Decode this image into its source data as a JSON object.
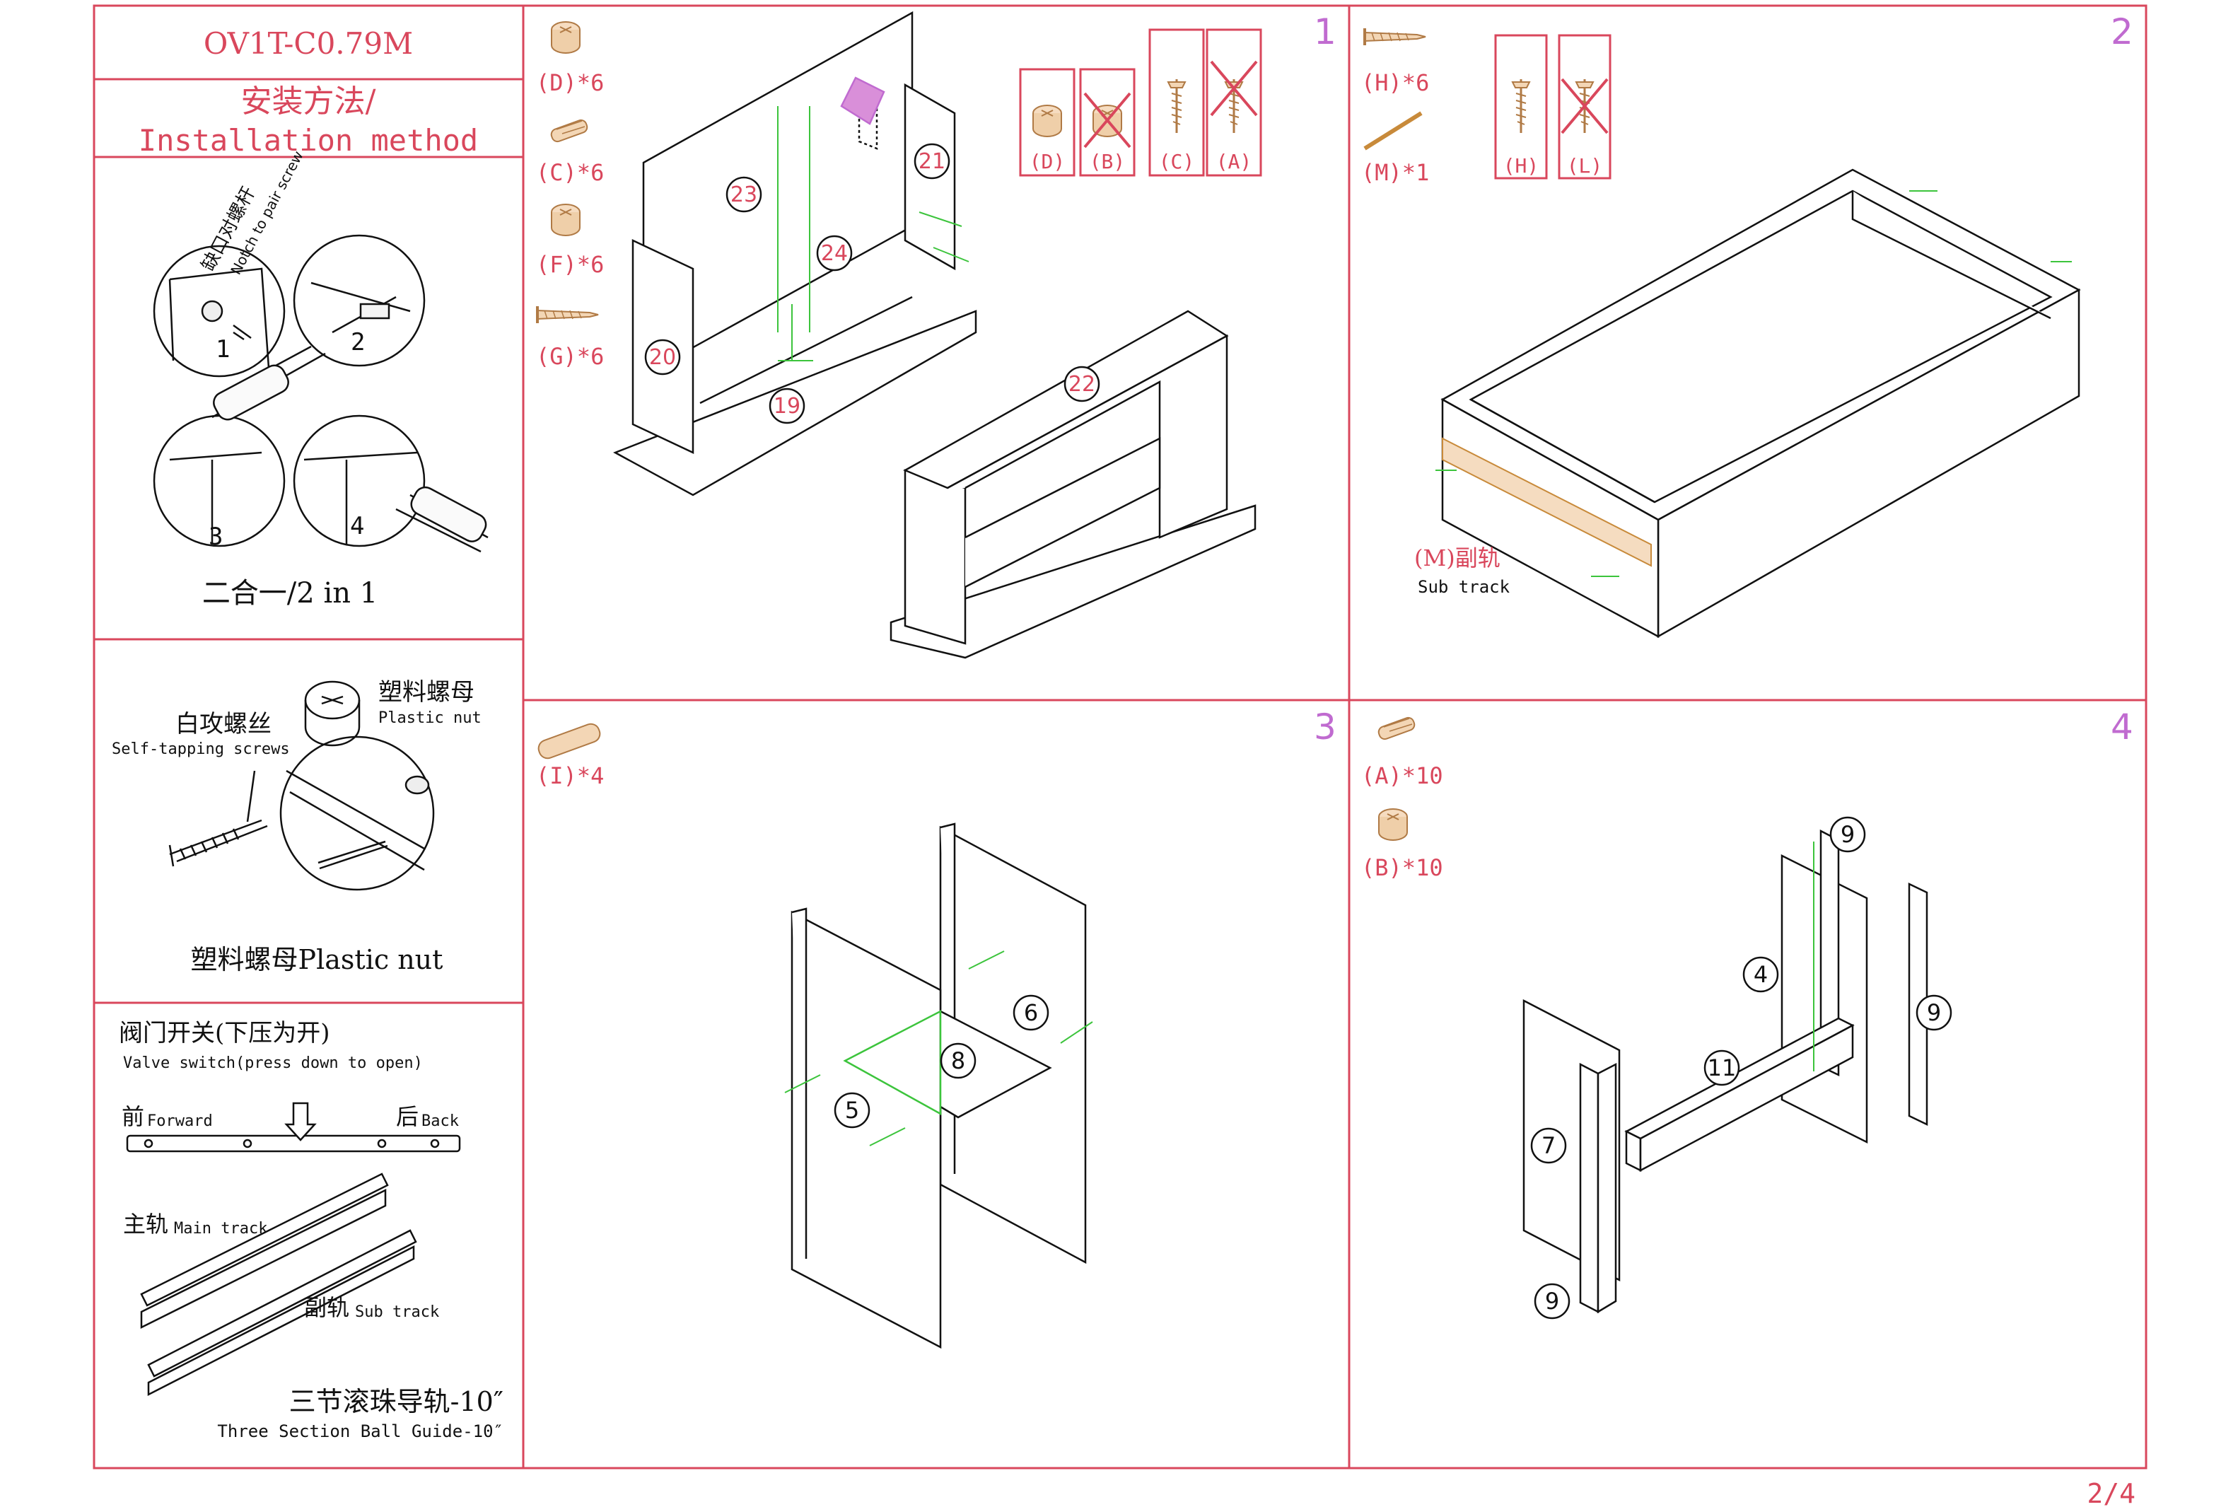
{
  "header": {
    "model_code": "OV1T-C0.79M",
    "title_cn": "安装方法/",
    "title_en": "Installation method"
  },
  "left_panel": {
    "two_in_one": {
      "label_cn": "缺口对螺杆",
      "label_en": "Notch to pair screw",
      "steps": [
        "1",
        "2",
        "3",
        "4"
      ],
      "caption": "二合一/2 in 1"
    },
    "plastic_nut": {
      "screw_cn": "白攻螺丝",
      "screw_en": "Self-tapping screws",
      "nut_cn": "塑料螺母",
      "nut_en": "Plastic nut",
      "caption": "塑料螺母Plastic nut"
    },
    "valve": {
      "title_cn": "阀门开关(下压为开)",
      "title_en": "Valve switch(press down to open)",
      "forward_cn": "前",
      "forward_en": "Forward",
      "back_cn": "后",
      "back_en": "Back",
      "main_cn": "主轨",
      "main_en": "Main track",
      "sub_cn": "副轨",
      "sub_en": "Sub track",
      "guide_cn": "三节滚珠导轨-10″",
      "guide_en": "Three Section Ball Guide-10″"
    }
  },
  "step1": {
    "number": "1",
    "parts": [
      {
        "code": "(D)*6"
      },
      {
        "code": "(C)*6"
      },
      {
        "code": "(F)*6"
      },
      {
        "code": "(G)*6"
      }
    ],
    "checks": [
      {
        "letter": "(D)",
        "ok": true
      },
      {
        "letter": "(B)",
        "ok": false
      },
      {
        "letter": "(C)",
        "ok": true
      },
      {
        "letter": "(A)",
        "ok": false
      }
    ],
    "panels": [
      "23",
      "24",
      "21",
      "20",
      "19",
      "22"
    ]
  },
  "step2": {
    "number": "2",
    "parts": [
      {
        "code": "(H)*6"
      },
      {
        "code": "(M)*1"
      }
    ],
    "checks": [
      {
        "letter": "(H)",
        "ok": true
      },
      {
        "letter": "(L)",
        "ok": false
      }
    ],
    "subtrack_cn": "(M)副轨",
    "subtrack_en": "Sub track"
  },
  "step3": {
    "number": "3",
    "parts": [
      {
        "code": "(I)*4"
      }
    ],
    "panels": [
      "6",
      "8",
      "5"
    ]
  },
  "step4": {
    "number": "4",
    "parts": [
      {
        "code": "(A)*10"
      },
      {
        "code": "(B)*10"
      }
    ],
    "panels": [
      "9",
      "4",
      "9",
      "11",
      "7",
      "9"
    ]
  },
  "page_number": "2/4",
  "colors": {
    "frame": "#d9475c",
    "step_number": "#c06bd0",
    "guide": "#3cc43c",
    "hardware": "#c88a3a",
    "line": "#111111"
  }
}
